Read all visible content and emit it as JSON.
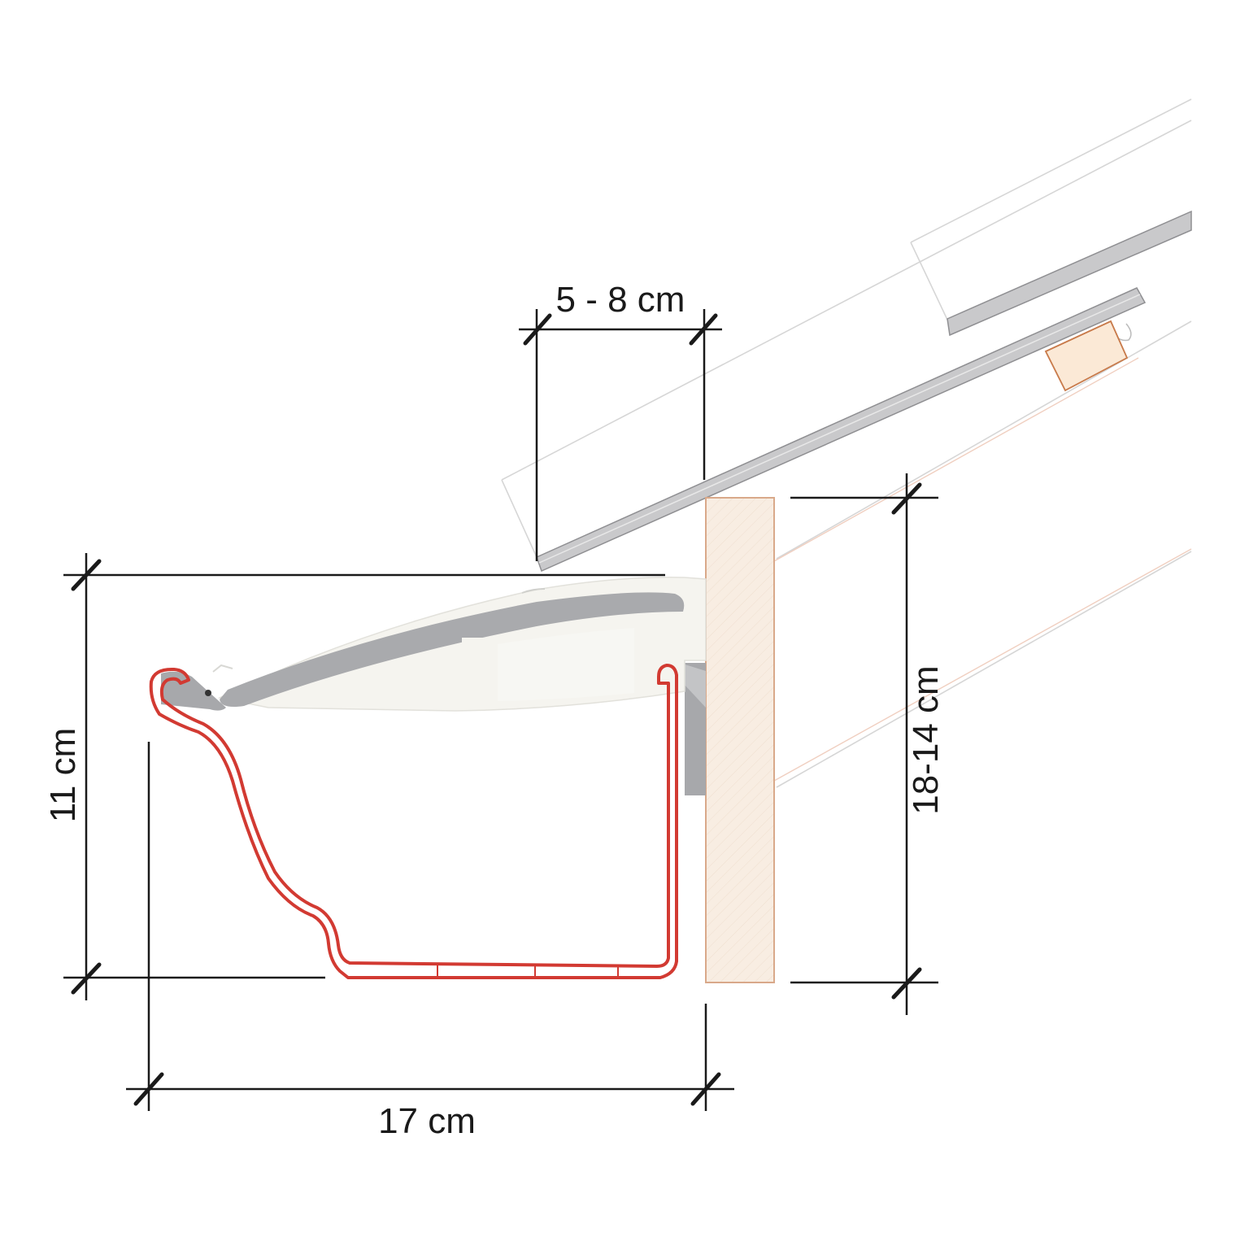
{
  "dimensions": {
    "overhang": "5 - 8 cm",
    "fascia_height": "18-14 cm",
    "gutter_height": "11 cm",
    "gutter_width": "17 cm"
  },
  "colors": {
    "gutter_outline": "#d23a32",
    "fascia_fill": "#f8ede2",
    "fascia_stroke": "#d9a98a",
    "batten_fill": "#fbe9d6",
    "batten_stroke": "#c87a4a",
    "panel_fill": "#c9c9cb",
    "bracket_fill": "#a7a8ab",
    "dimension_line": "#1a1a1a"
  }
}
